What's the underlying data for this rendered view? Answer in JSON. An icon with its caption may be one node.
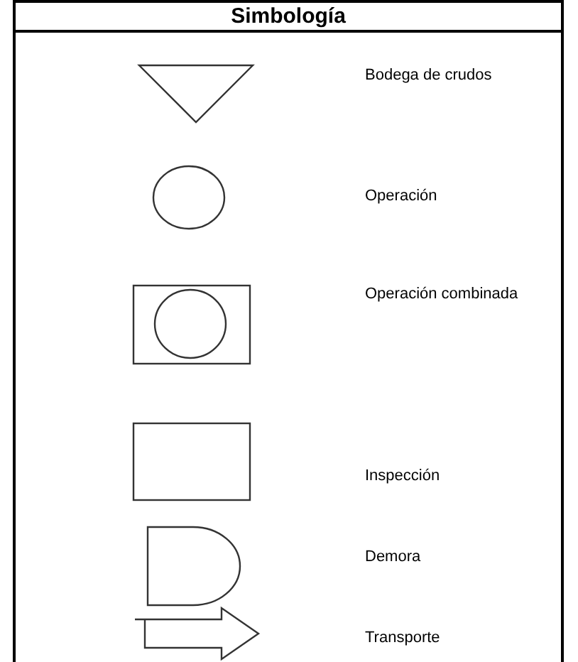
{
  "diagram": {
    "title": "Simbología",
    "legend": [
      {
        "text": "Bodega de crudos"
      },
      {
        "text": "Operación"
      },
      {
        "text": "Operación combinada"
      },
      {
        "text": "Inspección"
      },
      {
        "text": "Demora"
      },
      {
        "text": "Transporte"
      }
    ]
  }
}
